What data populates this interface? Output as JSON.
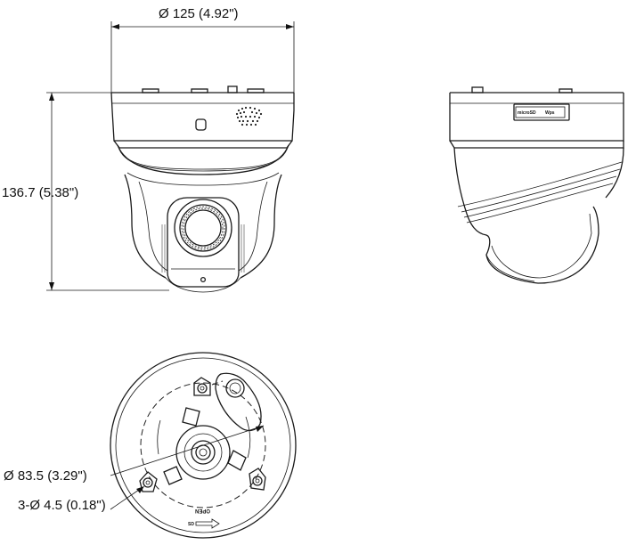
{
  "dimensions": {
    "width": "Ø 125 (4.92\")",
    "height": "136.7 (5.38\")",
    "mount_circle": "Ø 83.5 (3.29\")",
    "holes": "3-Ø 4.5 (0.18\")"
  },
  "labels": {
    "card_slot": "microSD",
    "wps": "Wps",
    "arrow_mark": "OPEN",
    "arrow_sub": "SD"
  },
  "views": [
    "front-view",
    "side-view",
    "bottom-view"
  ]
}
